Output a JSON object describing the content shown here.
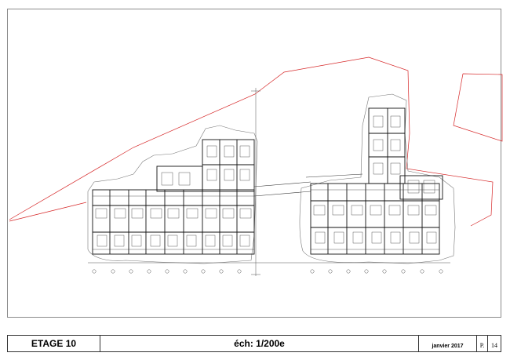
{
  "sheet": {
    "level_label": "ETAGE 10",
    "scale_label": "éch: 1/200e",
    "date_label": "janvier 2017",
    "page_prefix": "P.",
    "page_number": "14"
  },
  "colors": {
    "plot_boundary": "#d62728",
    "walls": "#111111",
    "grid": "#555555",
    "frame": "#8a8a8a"
  }
}
